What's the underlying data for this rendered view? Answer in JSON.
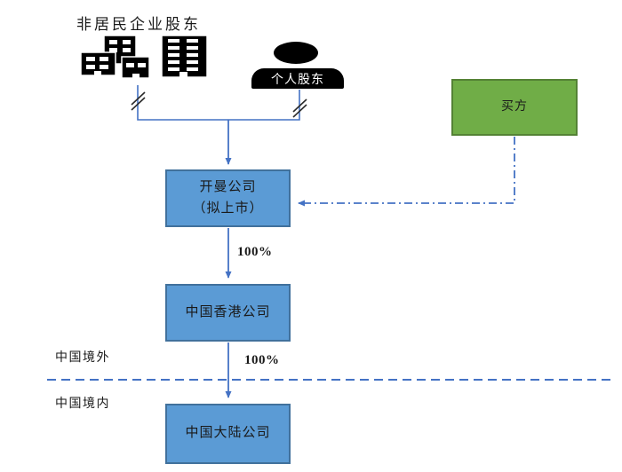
{
  "diagram": {
    "title": "非居民企业股东",
    "shareholders": {
      "corporate_icon": "buildings-icon",
      "individual_icon": "person-icon",
      "individual_label": "个人股东"
    },
    "boxes": {
      "buyer": "买方",
      "cayman_line1": "开曼公司",
      "cayman_line2": "（拟上市）",
      "hongkong": "中国香港公司",
      "mainland": "中国大陆公司"
    },
    "edges": {
      "cayman_to_hongkong": "100%",
      "hongkong_to_mainland": "100%",
      "buyer_to_cayman_style": "dash-dot-arrow",
      "shareholders_to_cayman_style": "solid-arrow-with-break-marks"
    },
    "regions": {
      "outside": "中国境外",
      "inside": "中国境内",
      "boundary_style": "dashed-line"
    },
    "colors": {
      "blue_box_fill": "#5b9bd5",
      "blue_box_border": "#41719c",
      "green_box_fill": "#70ad47",
      "green_box_border": "#548235",
      "connector_blue": "#4472c4",
      "icon_black": "#000000"
    }
  }
}
